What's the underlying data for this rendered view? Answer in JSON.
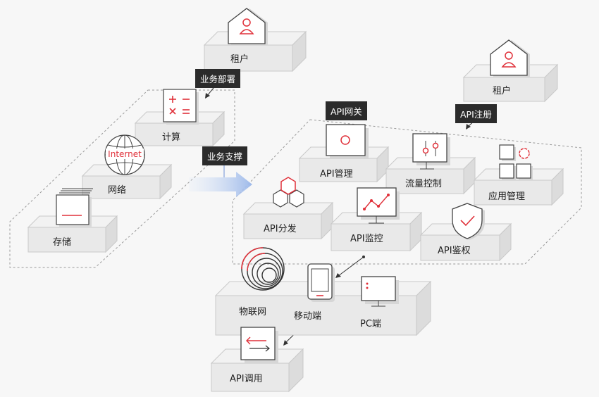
{
  "tenants": {
    "left": "租户",
    "right": "租户"
  },
  "tags": {
    "deploy": "业务部署",
    "support": "业务支撑",
    "gateway": "API网关",
    "register": "API注册"
  },
  "infrastructure": {
    "compute": "计算",
    "network": "网络",
    "network_icon_text": "Internet",
    "storage": "存储"
  },
  "gateway_features": {
    "api_management": "API管理",
    "traffic_control": "流量控制",
    "app_management": "应用管理",
    "api_publish": "API分发",
    "api_monitor": "API监控",
    "api_auth": "API鉴权"
  },
  "clients": {
    "iot": "物联网",
    "mobile": "移动端",
    "pc": "PC端"
  },
  "api_call": "API调用",
  "colors": {
    "accent": "#e0313a",
    "dark_tag": "#2b2b2b",
    "box_top": "#f2f2f2",
    "box_front": "#e9e9e9",
    "box_side": "#dcdcdc"
  }
}
